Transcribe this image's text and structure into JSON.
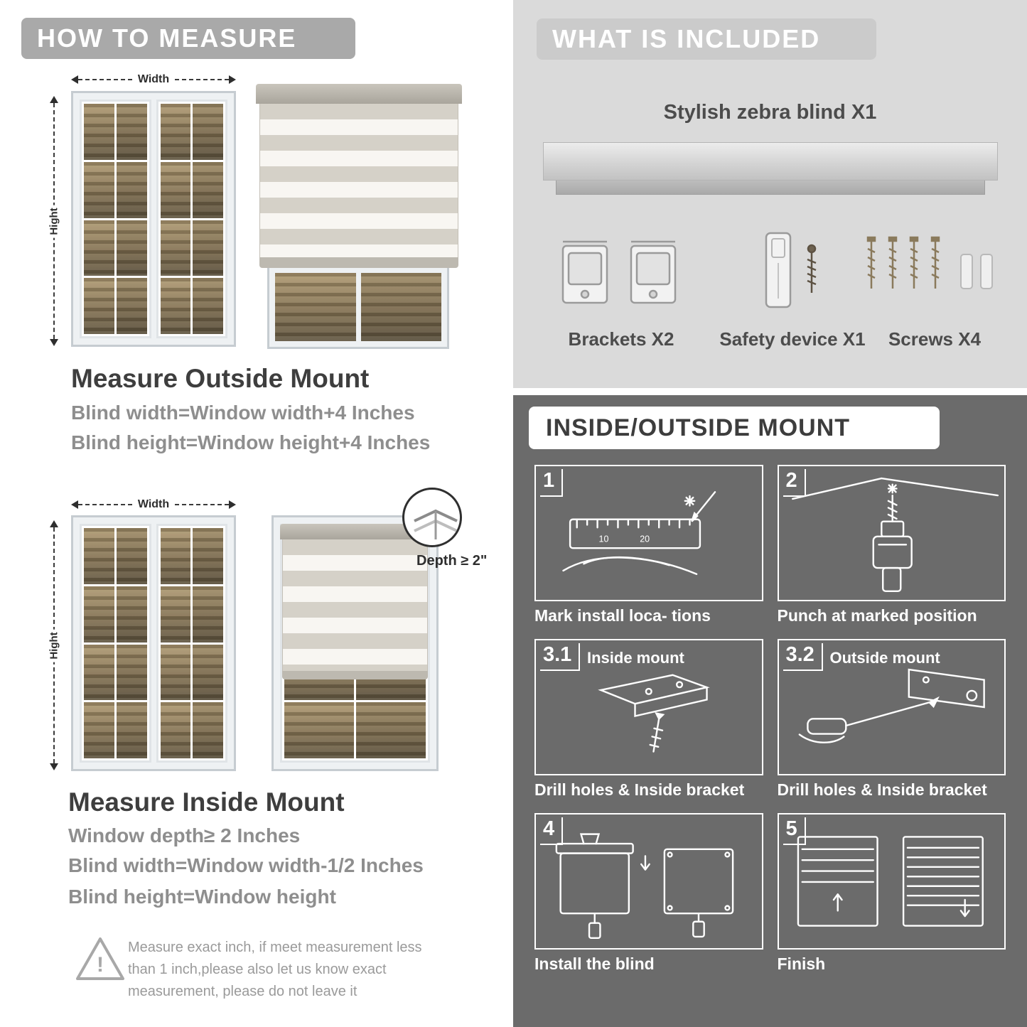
{
  "left": {
    "header": "HOW TO MEASURE",
    "outside": {
      "width_label": "Width",
      "height_label": "Hight",
      "title": "Measure Outside Mount",
      "line1": "Blind width=Window width+4 Inches",
      "line2": "Blind height=Window height+4 Inches"
    },
    "inside": {
      "width_label": "Width",
      "height_label": "Hight",
      "depth_callout": "Depth ≥ 2\"",
      "title": "Measure Inside Mount",
      "line1": "Window depth≥ 2 Inches",
      "line2": "Blind width=Window width-1/2 Inches",
      "line3": "Blind height=Window height"
    },
    "warning_mark": "!",
    "note": "Measure exact inch, if meet measurement less than 1 inch,please also let us know exact measurement, please do not leave it"
  },
  "right": {
    "included": {
      "header": "WHAT IS INCLUDED",
      "product": "Stylish zebra blind X1",
      "items": [
        {
          "label": "Brackets X2"
        },
        {
          "label": "Safety device X1"
        },
        {
          "label": "Screws X4"
        }
      ]
    },
    "mount": {
      "header": "INSIDE/OUTSIDE MOUNT",
      "steps": [
        {
          "num": "1",
          "title": "",
          "caption": "Mark install loca- tions"
        },
        {
          "num": "2",
          "title": "",
          "caption": "Punch at  marked position"
        },
        {
          "num": "3.1",
          "title": "Inside mount",
          "caption": "Drill holes &  Inside bracket"
        },
        {
          "num": "3.2",
          "title": "Outside mount",
          "caption": "Drill holes &  Inside bracket"
        },
        {
          "num": "4",
          "title": "",
          "caption": "Install the blind"
        },
        {
          "num": "5",
          "title": "",
          "caption": "Finish"
        }
      ]
    }
  }
}
